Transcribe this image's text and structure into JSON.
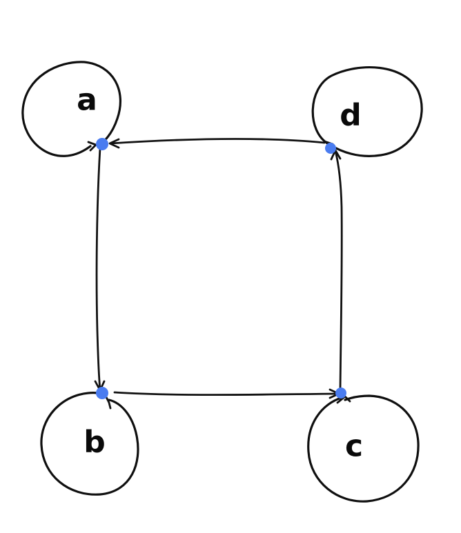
{
  "diagram": {
    "type": "directed-graph",
    "port_color": "#4a7cf0",
    "stroke_color": "#111111",
    "nodes": [
      {
        "id": "a",
        "label": "a"
      },
      {
        "id": "b",
        "label": "b"
      },
      {
        "id": "c",
        "label": "c"
      },
      {
        "id": "d",
        "label": "d"
      }
    ],
    "edges": [
      {
        "from": "a",
        "to": "b"
      },
      {
        "from": "b",
        "to": "c"
      },
      {
        "from": "c",
        "to": "d"
      },
      {
        "from": "d",
        "to": "a"
      }
    ]
  }
}
